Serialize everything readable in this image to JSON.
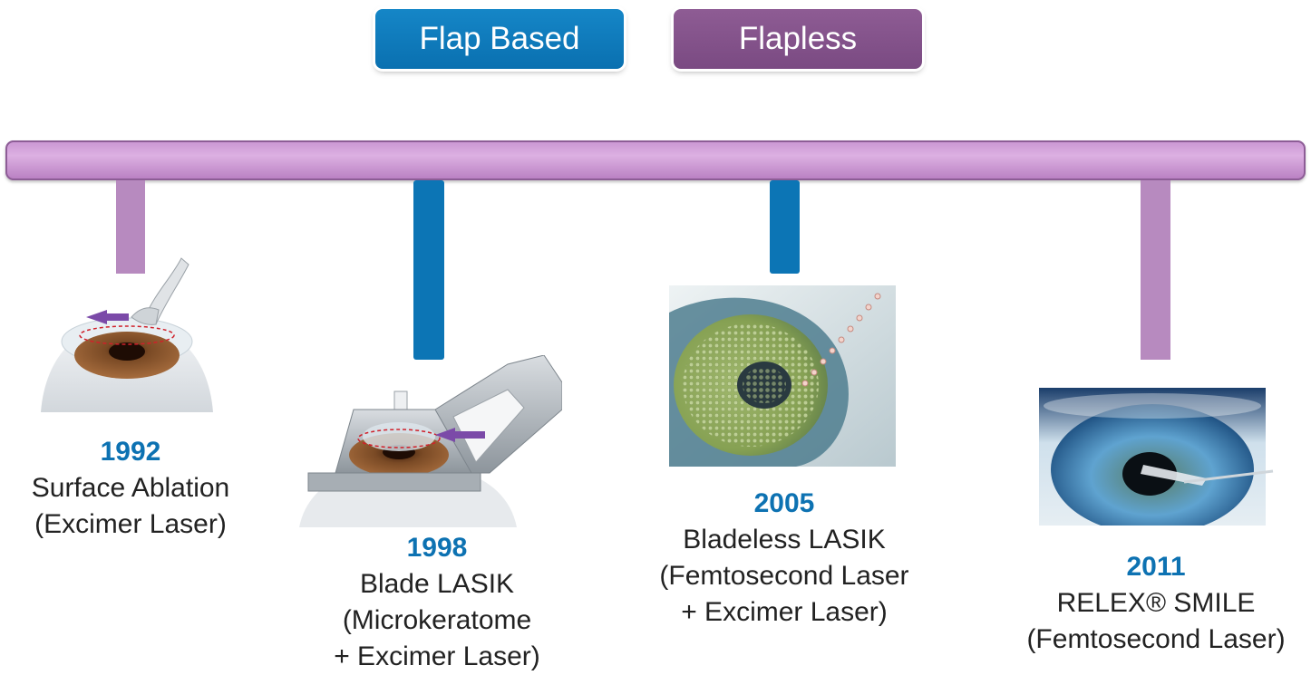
{
  "legend": {
    "flap_based": "Flap Based",
    "flapless": "Flapless"
  },
  "colors": {
    "flap_based": "#0c75b5",
    "flapless": "#86528c",
    "timeline_bar": "#c994d2",
    "year_text": "#0d72b2"
  },
  "milestones": [
    {
      "year": "1992",
      "line1": "Surface Ablation",
      "line2": "(Excimer Laser)",
      "line3": "",
      "category": "flapless"
    },
    {
      "year": "1998",
      "line1": "Blade LASIK",
      "line2": "(Microkeratome",
      "line3": "+ Excimer Laser)",
      "category": "flap_based"
    },
    {
      "year": "2005",
      "line1": "Bladeless LASIK",
      "line2": "(Femtosecond Laser",
      "line3": "+ Excimer Laser)",
      "category": "flap_based"
    },
    {
      "year": "2011",
      "line1": "RELEX® SMILE",
      "line2": "(Femtosecond Laser)",
      "line3": "",
      "category": "flapless"
    }
  ]
}
